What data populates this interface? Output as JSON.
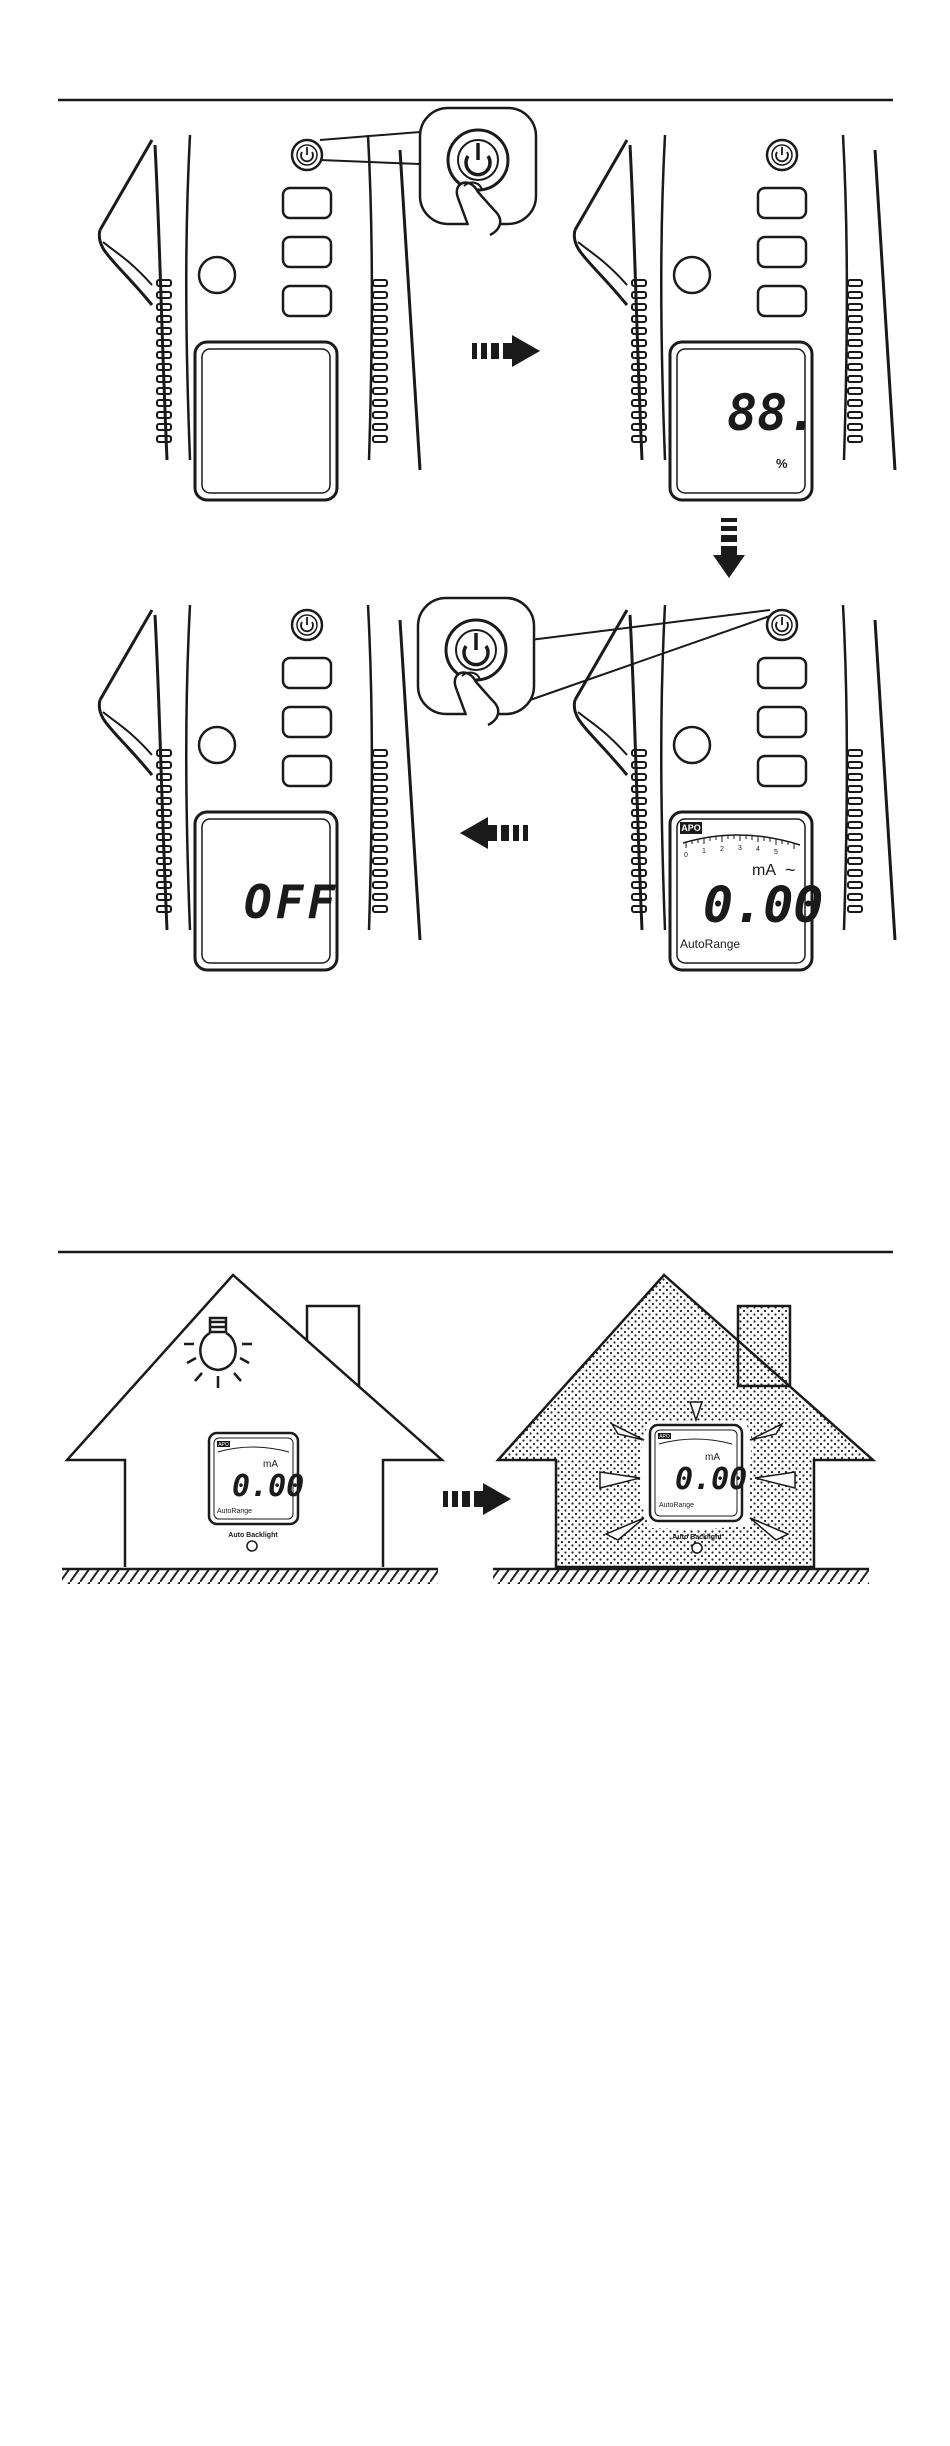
{
  "figure1": {
    "panel_on": {
      "display": "88.",
      "unit": "%"
    },
    "panel_reading": {
      "badge": "APO",
      "scale": [
        "0",
        "1",
        "2",
        "3",
        "4",
        "5"
      ],
      "unit": "mA",
      "ac_symbol": "~",
      "value": "0.00",
      "mode": "AutoRange"
    },
    "panel_off": {
      "display": "OFF"
    }
  },
  "figure2": {
    "meter": {
      "badge": "APO",
      "unit": "mA",
      "value": "0.00",
      "mode": "AutoRange"
    },
    "sensor_label": "Auto  Backlight"
  }
}
